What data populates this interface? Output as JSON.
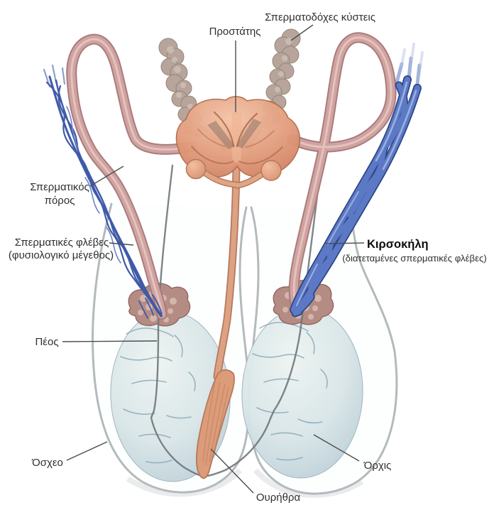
{
  "diagram": {
    "labels": {
      "prostate": "Προστάτης",
      "seminal_vesicles": "Σπερματοδόχες κύστεις",
      "vas_deferens": [
        "Σπερματικός",
        "πόρος"
      ],
      "spermatic_veins": [
        "Σπερματικές φλέβες",
        "(φυσιολογικό μέγεθος)"
      ],
      "varicocele_title": "Κιρσοκήλη",
      "varicocele_subtitle": "(διατεταμένες σπερματικές φλέβες)",
      "penis": "Πέος",
      "scrotum": "Όσχεο",
      "testis": "Όρχις",
      "urethra": "Ουρήθρα"
    },
    "colors": {
      "background": "#ffffff",
      "duct_pink": "#d0a2a0",
      "duct_pink_edge": "#a87c7c",
      "duct_pink_highlight": "#e9cdc8",
      "vein_blue": "#3f5aa8",
      "varicocele_blue": "#5b79c4",
      "varicocele_dark": "#2e4587",
      "varicocele_highlight": "#a3b5e4",
      "prostate_salmon": "#e29d7d",
      "urethra_salmon": "#dda183",
      "vesicle_tan": "#b5a399",
      "epididymis_brown": "#b58c84",
      "testis_blue_grey": "#d9e6e8",
      "scrotum_outline": "#b3babd",
      "penis_outline": "#70777b",
      "label_text": "#303030",
      "leader_line": "#4d4d4d"
    }
  }
}
